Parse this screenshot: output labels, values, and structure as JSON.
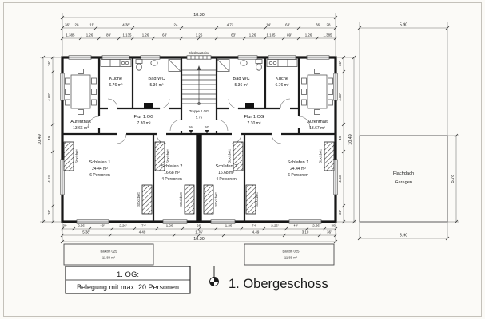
{
  "colors": {
    "paper": "#fbfaf7",
    "ink": "#1b1b1b"
  },
  "title_block": {
    "floor_label": "1. OG:",
    "occupancy_note": "Belegung mit max. 20 Personen",
    "drawing_title": "1. Obergeschoss"
  },
  "plan": {
    "glass_blocks_label": "Glasbausteine",
    "stair_name": "Treppe 1.OG",
    "stair_area": "5.75",
    "door_label_left": "W4",
    "door_label_right": "W3",
    "bed_label": "Stockbett",
    "garage_line1": "Flachdach",
    "garage_line2": "Garagen",
    "rooms": [
      {
        "name": "Aufenthalt",
        "area": "13.66 m²"
      },
      {
        "name": "Küche",
        "area": "6.76 m²"
      },
      {
        "name": "Bad WC",
        "area": "5.36 m²"
      },
      {
        "name": "Flur 1.OG",
        "area": "7.30 m²"
      },
      {
        "name": "Schlafen 1",
        "area": "24.44 m²",
        "persons": "6 Personen"
      },
      {
        "name": "Schlafen 2",
        "area": "16.68 m²",
        "persons": "4 Personen"
      },
      {
        "name": "Schlafen 2",
        "area": "16.68 m²",
        "persons": "4 Personen"
      },
      {
        "name": "Schlafen 1",
        "area": "24.44 m²",
        "persons": "6 Personen"
      },
      {
        "name": "Flur 1.OG",
        "area": "7.30 m²"
      },
      {
        "name": "Bad WC",
        "area": "5.36 m²"
      },
      {
        "name": "Küche",
        "area": "6.76 m²"
      },
      {
        "name": "Aufenthalt",
        "area": "13.67 m²"
      }
    ],
    "balcony_left": {
      "name": "Balkon 025",
      "area": "11.89 m²"
    },
    "balcony_right": {
      "name": "Balkon 025",
      "area": "11.89 m²"
    }
  },
  "dimensions": {
    "overall_top": "18.30",
    "overall_bottom": "18.30",
    "left_total": "10.49",
    "right_total": "10.49",
    "garage_width_top": "5.90",
    "garage_width_bottom": "5.90",
    "garage_depth": "5.78",
    "top_row1": [
      "36'",
      "28",
      "11'",
      "4.38'",
      "24",
      "4.72",
      "14'",
      "63'",
      "36'",
      "28"
    ],
    "top_row2": [
      "1.385",
      "1.26",
      "89'",
      "1.135",
      "1.26",
      "63'",
      "1.26",
      "63'",
      "1.26",
      "1.135",
      "89'",
      "1.26",
      "1.385"
    ],
    "bottom_row1": [
      "30",
      "2.26'",
      "49'",
      "2.26'",
      "74'",
      "1.26",
      "26'",
      "1.26",
      "74'",
      "2.26'",
      "49'",
      "2.26'",
      "30"
    ],
    "bottom_row2": [
      "5.38'",
      "4.49",
      "1.76'",
      "4.49",
      "3.10",
      "36'"
    ],
    "left_col": [
      "36'",
      "4.63'",
      "49'",
      "4.63'",
      "36'"
    ],
    "right_col": [
      "36'",
      "4.63'",
      "49'",
      "4.63'",
      "36'"
    ]
  }
}
